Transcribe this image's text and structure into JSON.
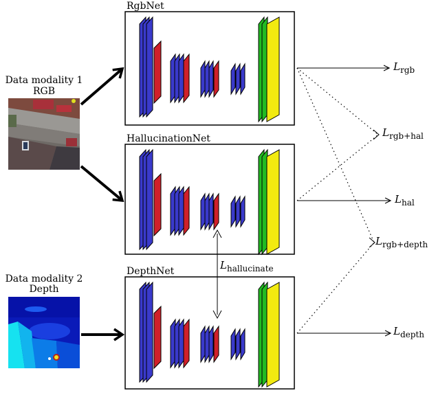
{
  "networks": [
    {
      "name": "RgbNet"
    },
    {
      "name": "HallucinationNet"
    },
    {
      "name": "DepthNet"
    }
  ],
  "modalities": [
    {
      "title": "Data modality 1",
      "name": "RGB"
    },
    {
      "title": "Data modality 2",
      "name": "Depth"
    }
  ],
  "losses": {
    "rgb": {
      "symbol": "L",
      "sub": "rgb"
    },
    "rgb_hal": {
      "symbol": "L",
      "sub": "rgb+hal"
    },
    "hal": {
      "symbol": "L",
      "sub": "hal"
    },
    "rgb_depth": {
      "symbol": "L",
      "sub": "rgb+depth"
    },
    "depth": {
      "symbol": "L",
      "sub": "depth"
    },
    "hallucinate": {
      "symbol": "L",
      "sub": "hallucinate"
    }
  },
  "colors": {
    "conv_blue": "#3a3acb",
    "pool_red": "#d0202a",
    "fc_green": "#22bb22",
    "fc_yellow": "#f2ea10",
    "outline": "#000000"
  },
  "icons": {
    "rgb_image": "aerial-rgb-photo",
    "depth_image": "depth-heatmap"
  }
}
